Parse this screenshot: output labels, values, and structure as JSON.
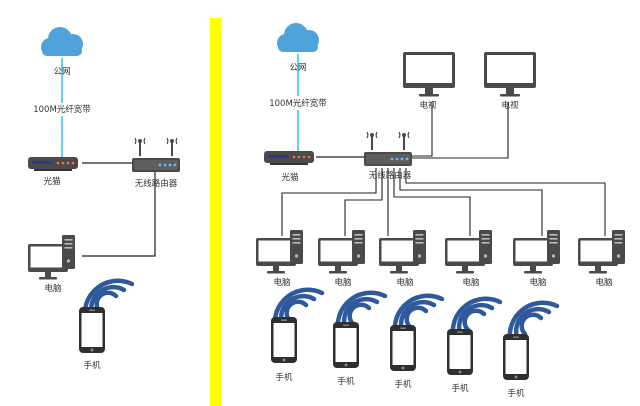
{
  "colors": {
    "cloud": "#4FA3DA",
    "fiber": "#3FC8E8",
    "cable": "#222222",
    "divider": "#FFFF00",
    "wifi": "#2E5A9C",
    "device_dark": "#4A4A4A",
    "screen": "#FFFFFF"
  },
  "left": {
    "cloud_label": "公网",
    "fiber_label": "100M光纤宽带",
    "modem_label": "光猫",
    "router_label": "无线路由器",
    "pc_label": "电脑",
    "phone_label": "手机"
  },
  "right": {
    "cloud_label": "公网",
    "fiber_label": "100M光纤宽带",
    "modem_label": "光猫",
    "router_label": "无线路由器",
    "tv_labels": [
      "电视",
      "电视"
    ],
    "pc_labels": [
      "电脑",
      "电脑",
      "电脑",
      "电脑",
      "电脑",
      "电脑"
    ],
    "phone_labels": [
      "手机",
      "手机",
      "手机",
      "手机",
      "手机"
    ]
  }
}
